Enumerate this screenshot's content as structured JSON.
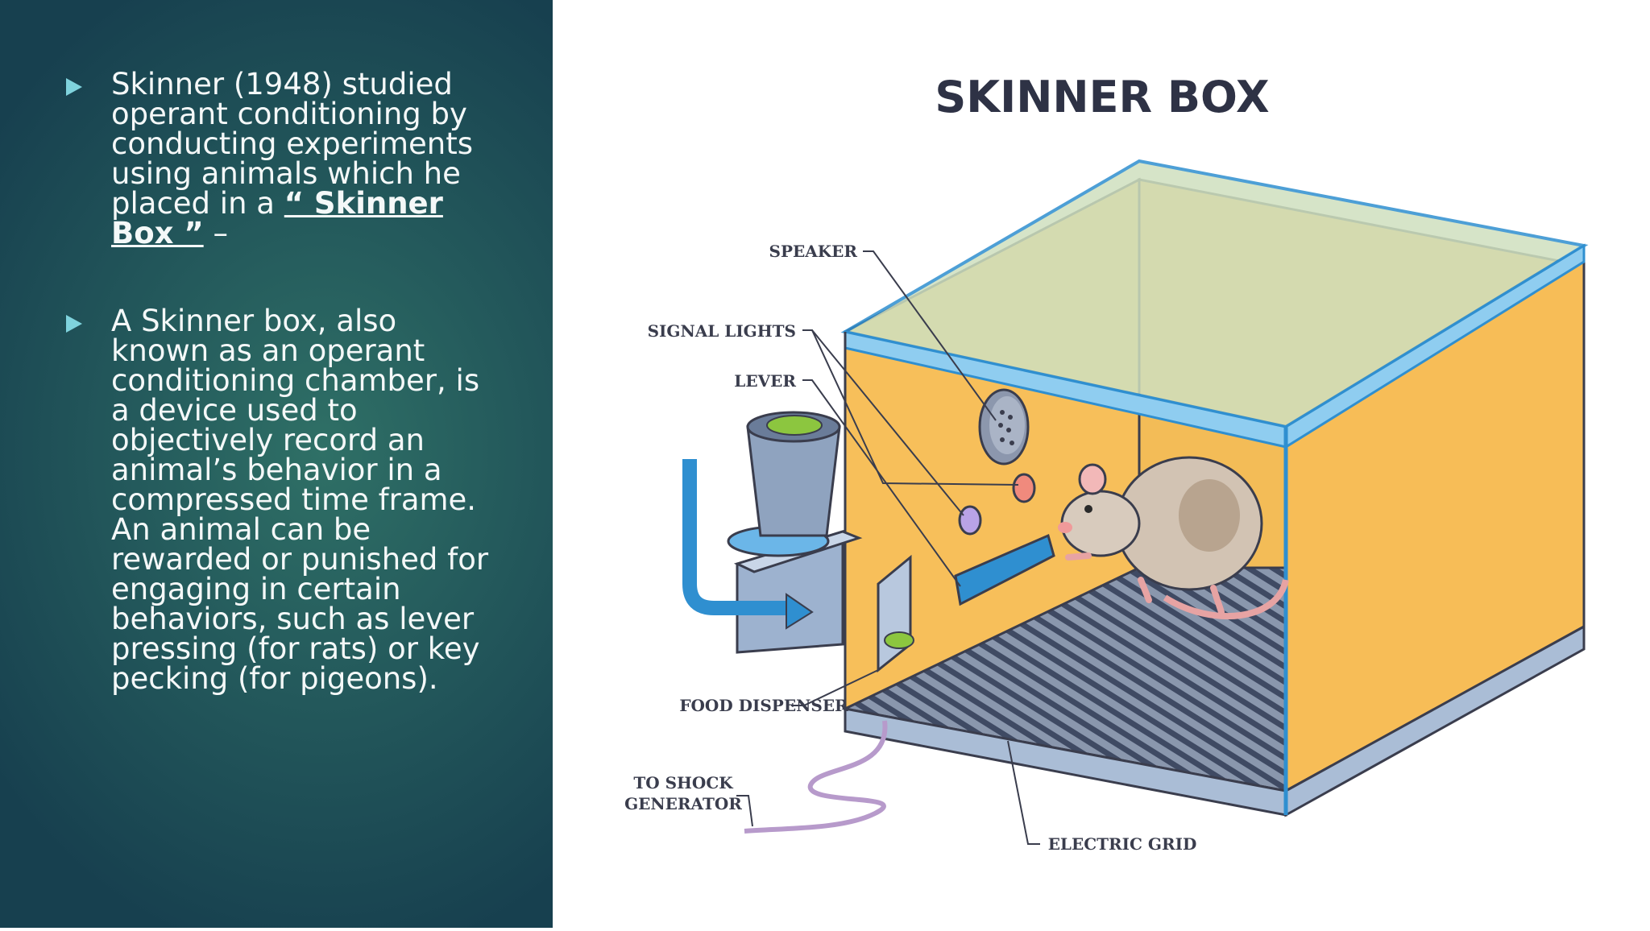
{
  "bullets": [
    {
      "text_before": "Skinner (1948) studied operant conditioning by conducting experiments using animals which he placed in a ",
      "link": "“ Skinner Box ”",
      "text_after": " –"
    },
    {
      "text": "A Skinner box, also known as an operant conditioning chamber, is a device used to objectively record an animal’s behavior in a compressed time frame. An animal can be rewarded or punished for engaging in certain behaviors, such as lever pressing (for rats) or key pecking (for pigeons)."
    }
  ],
  "diagram": {
    "title": "SKINNER BOX",
    "labels": {
      "speaker": "SPEAKER",
      "signal_lights": "SIGNAL LIGHTS",
      "lever": "LEVER",
      "food_dispenser": "FOOD DISPENSER",
      "shock_line1": "TO SHOCK",
      "shock_line2": "GENERATOR",
      "electric_grid": "ELECTRIC GRID"
    }
  }
}
